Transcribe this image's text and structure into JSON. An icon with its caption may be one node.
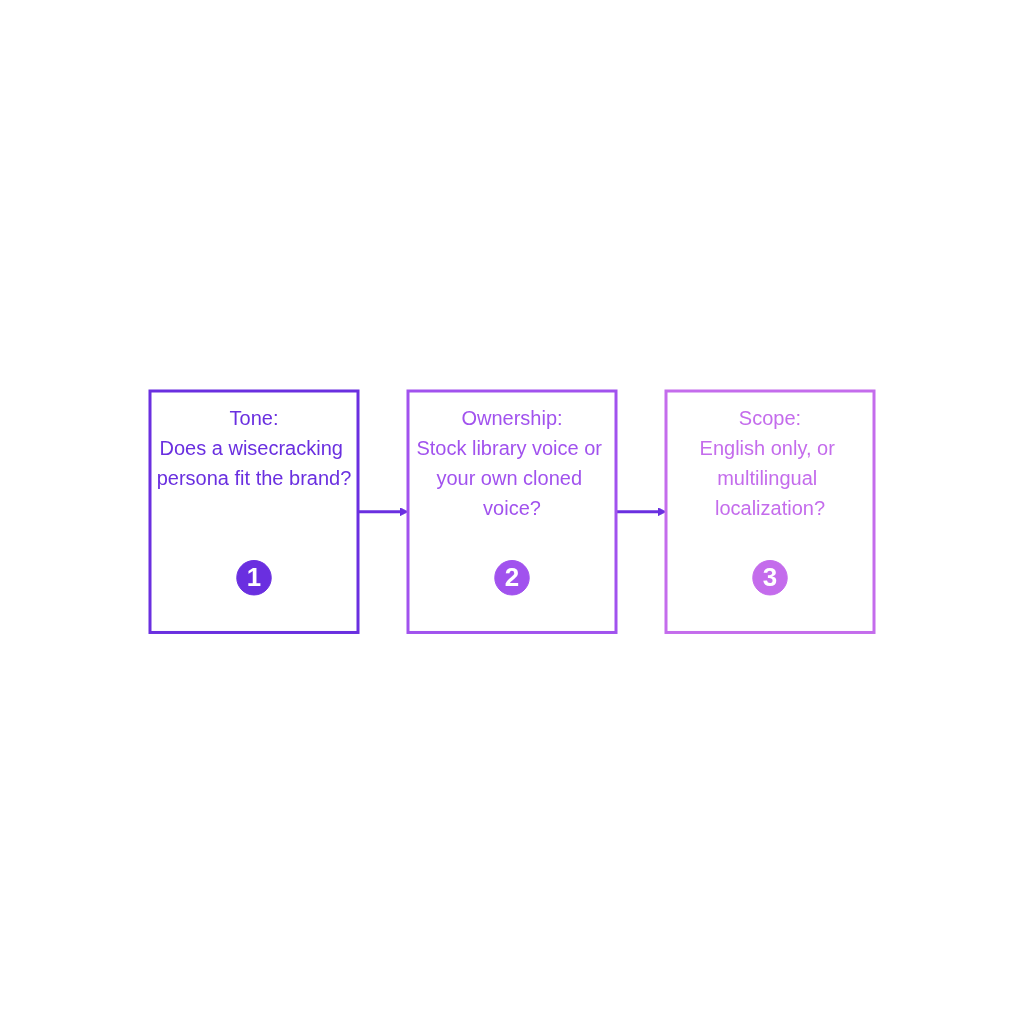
{
  "diagram": {
    "nodes": [
      {
        "text": [
          "Tone:",
          "Does a wisecracking persona fit the brand?"
        ]
      },
      {
        "text": [
          "1"
        ],
        "in": 0
      },
      {
        "text": [
          "Ownership:",
          "Stock library voice or your own cloned voice?"
        ]
      },
      {
        "text": [
          "2"
        ],
        "in": 2
      },
      {
        "text": [
          "Scope:",
          "English only, or multilingual localization?"
        ]
      },
      {
        "text": [
          "3"
        ],
        "in": 4
      }
    ],
    "edges": [
      {
        "from": 0,
        "to": 2,
        "arrow": "to"
      },
      {
        "from": 2,
        "to": 4,
        "arrow": "to"
      }
    ]
  }
}
